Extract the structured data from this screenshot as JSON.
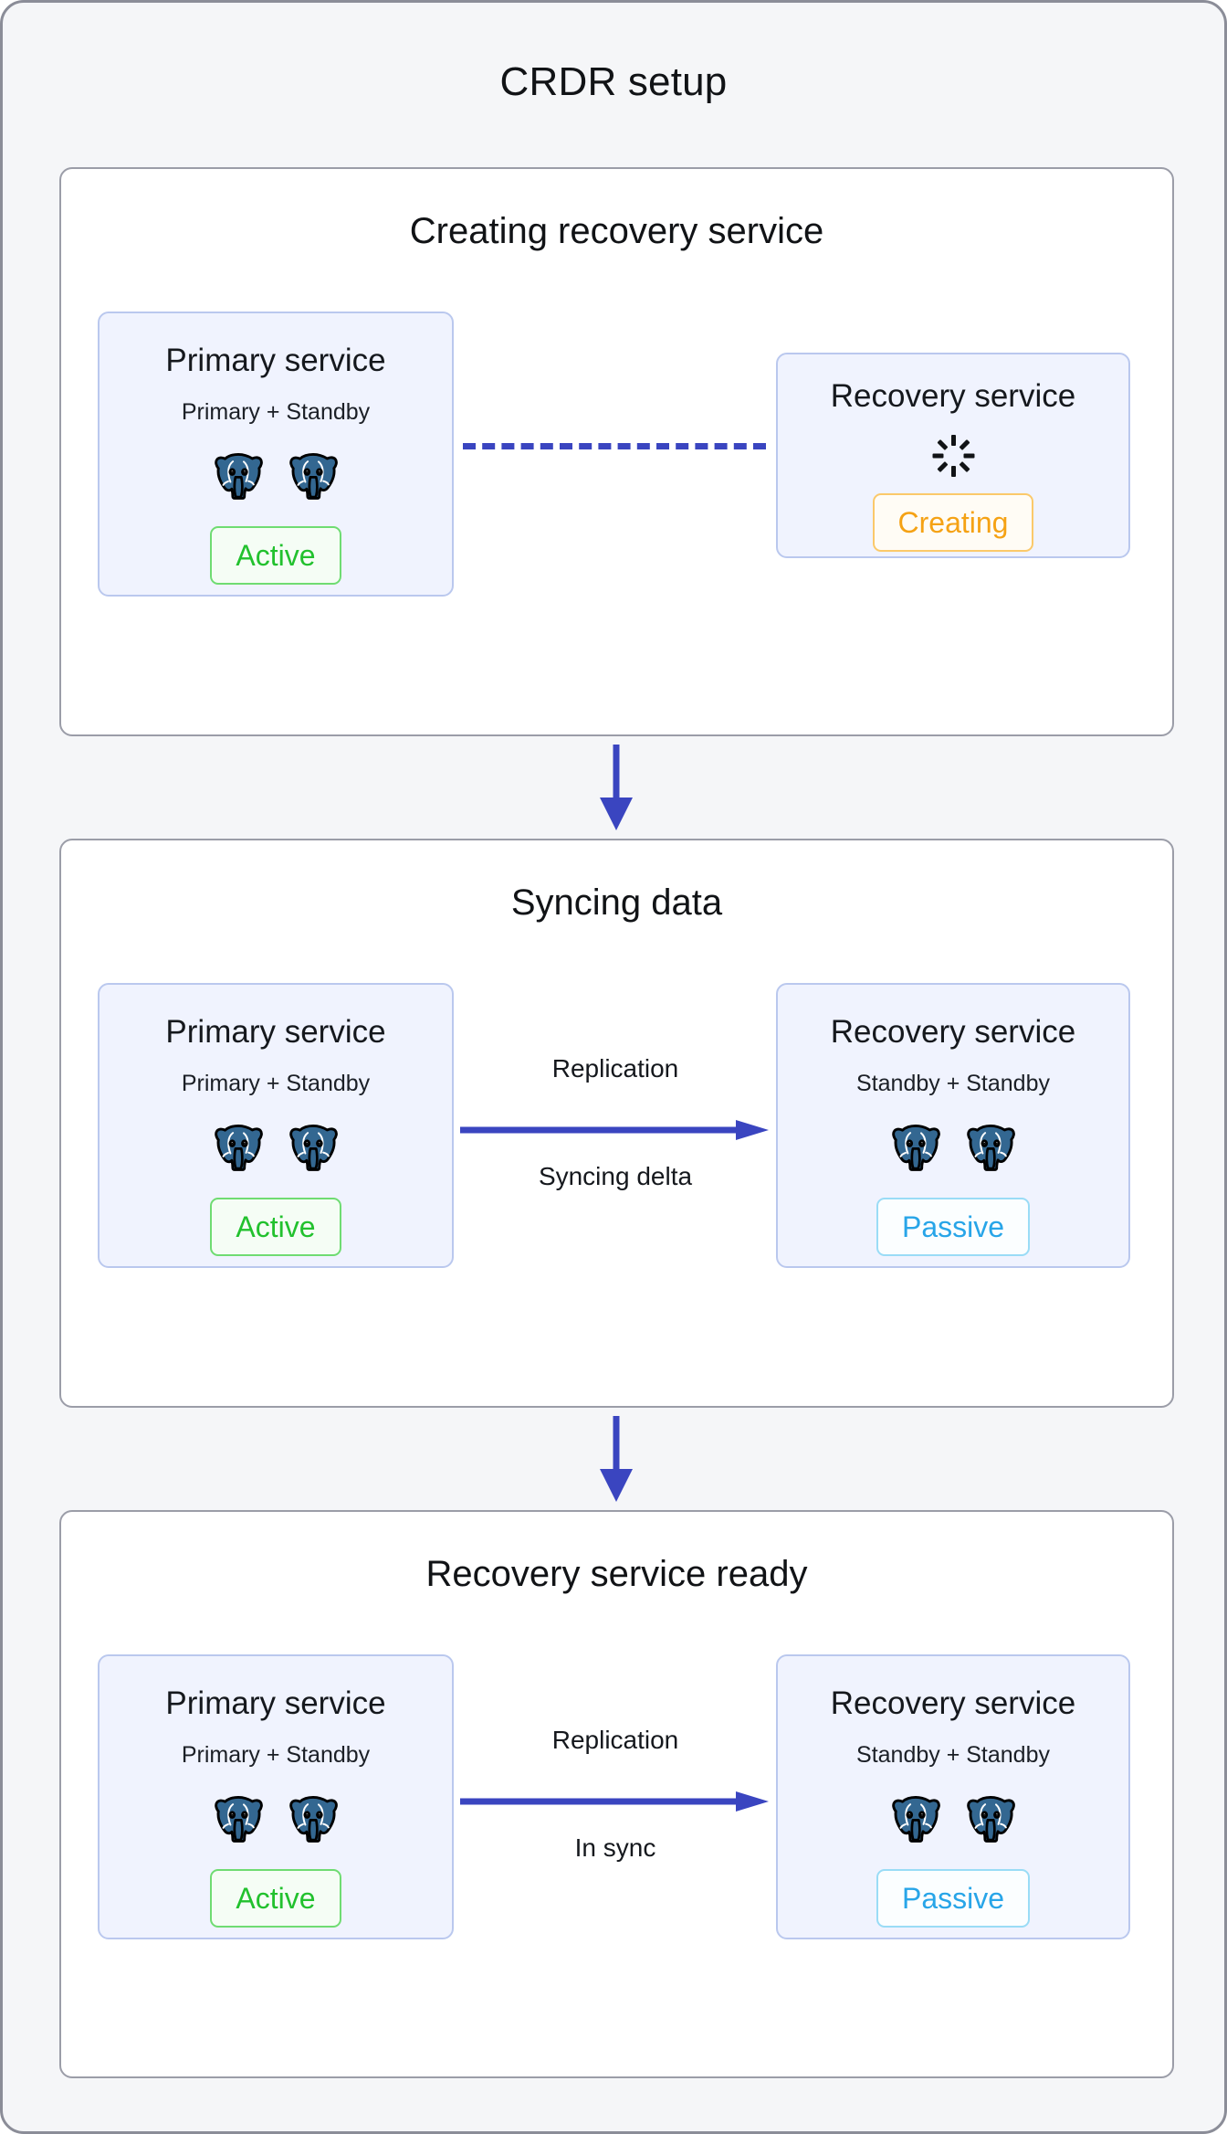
{
  "page": {
    "title": "CRDR setup",
    "accent_blue": "#3a45c0",
    "card_bg": "#f0f3fe",
    "card_border": "#bac8ee",
    "panel_border": "#9b9da8",
    "background": "#f5f6f8",
    "postgres_blue": "#336791"
  },
  "stages": [
    {
      "title": "Creating recovery service",
      "left_card": {
        "title": "Primary service",
        "subtitle": "Primary + Standby",
        "nodes": [
          "postgres-icon",
          "postgres-icon"
        ],
        "status": "Active",
        "status_color": "#22c12e"
      },
      "connector": {
        "style": "dashed",
        "label_top": "",
        "label_bottom": "",
        "color": "#3a45c0"
      },
      "right_card": {
        "title": "Recovery service",
        "subtitle": "",
        "nodes": [],
        "icon": "spinner-icon",
        "status": "Creating",
        "status_color": "#f5a214"
      }
    },
    {
      "title": "Syncing data",
      "left_card": {
        "title": "Primary service",
        "subtitle": "Primary + Standby",
        "nodes": [
          "postgres-icon",
          "postgres-icon"
        ],
        "status": "Active",
        "status_color": "#22c12e"
      },
      "connector": {
        "style": "arrow",
        "label_top": "Replication",
        "label_bottom": "Syncing delta",
        "color": "#3a45c0"
      },
      "right_card": {
        "title": "Recovery service",
        "subtitle": "Standby + Standby",
        "nodes": [
          "postgres-icon",
          "postgres-icon"
        ],
        "status": "Passive",
        "status_color": "#28a5e8"
      }
    },
    {
      "title": "Recovery service ready",
      "left_card": {
        "title": "Primary service",
        "subtitle": "Primary + Standby",
        "nodes": [
          "postgres-icon",
          "postgres-icon"
        ],
        "status": "Active",
        "status_color": "#22c12e"
      },
      "connector": {
        "style": "arrow",
        "label_top": "Replication",
        "label_bottom": "In sync",
        "color": "#3a45c0"
      },
      "right_card": {
        "title": "Recovery service",
        "subtitle": "Standby + Standby",
        "nodes": [
          "postgres-icon",
          "postgres-icon"
        ],
        "status": "Passive",
        "status_color": "#28a5e8"
      }
    }
  ],
  "flow_arrows": [
    {
      "name": "down-arrow-stage1-to-stage2",
      "direction": "down"
    },
    {
      "name": "down-arrow-stage2-to-stage3",
      "direction": "down"
    }
  ]
}
